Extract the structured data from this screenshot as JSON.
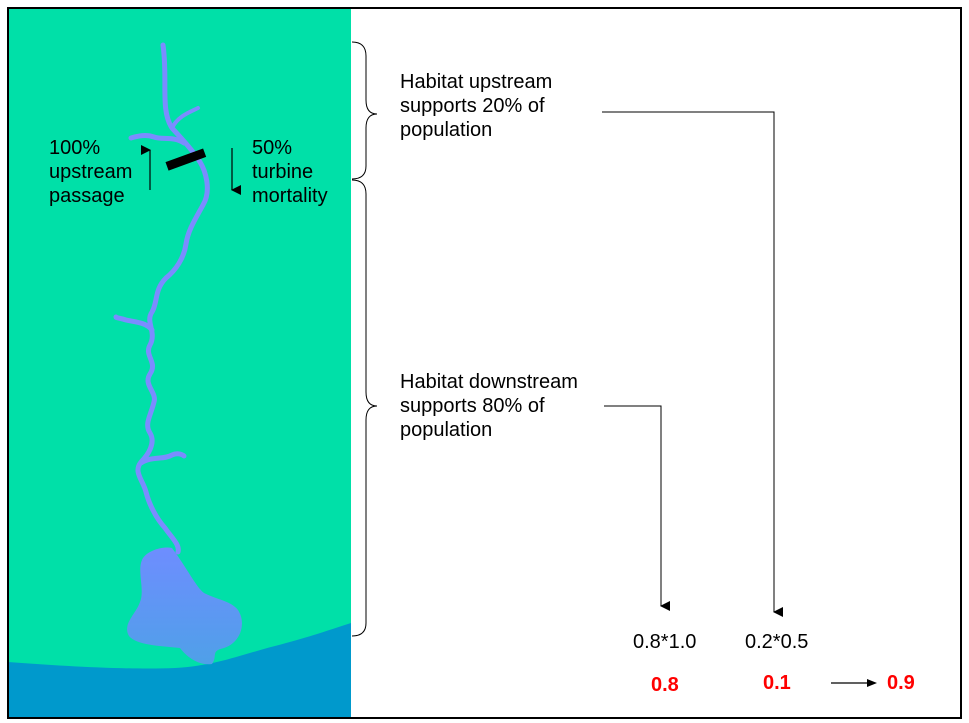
{
  "labels": {
    "upstream_passage": [
      "100%",
      "upstream",
      "passage"
    ],
    "turbine_mortality": [
      "50%",
      "turbine",
      "mortality"
    ],
    "habitat_upstream": [
      "Habitat upstream",
      "supports 20% of",
      "population"
    ],
    "habitat_downstream": [
      "Habitat downstream",
      "supports 80% of",
      "population"
    ]
  },
  "calculation": {
    "downstream_expr": "0.8*1.0",
    "upstream_expr": "0.2*0.5",
    "downstream_result": "0.8",
    "upstream_result": "0.1",
    "total_result": "0.9"
  },
  "colors": {
    "land": "#00e0a8",
    "sea": "#0099cc",
    "river": "#7b8cff",
    "lake_top": "#6e8dff",
    "lake_bottom": "#4fa0e8",
    "dam": "#000000",
    "result_text": "#ff0000",
    "frame": "#000000"
  }
}
